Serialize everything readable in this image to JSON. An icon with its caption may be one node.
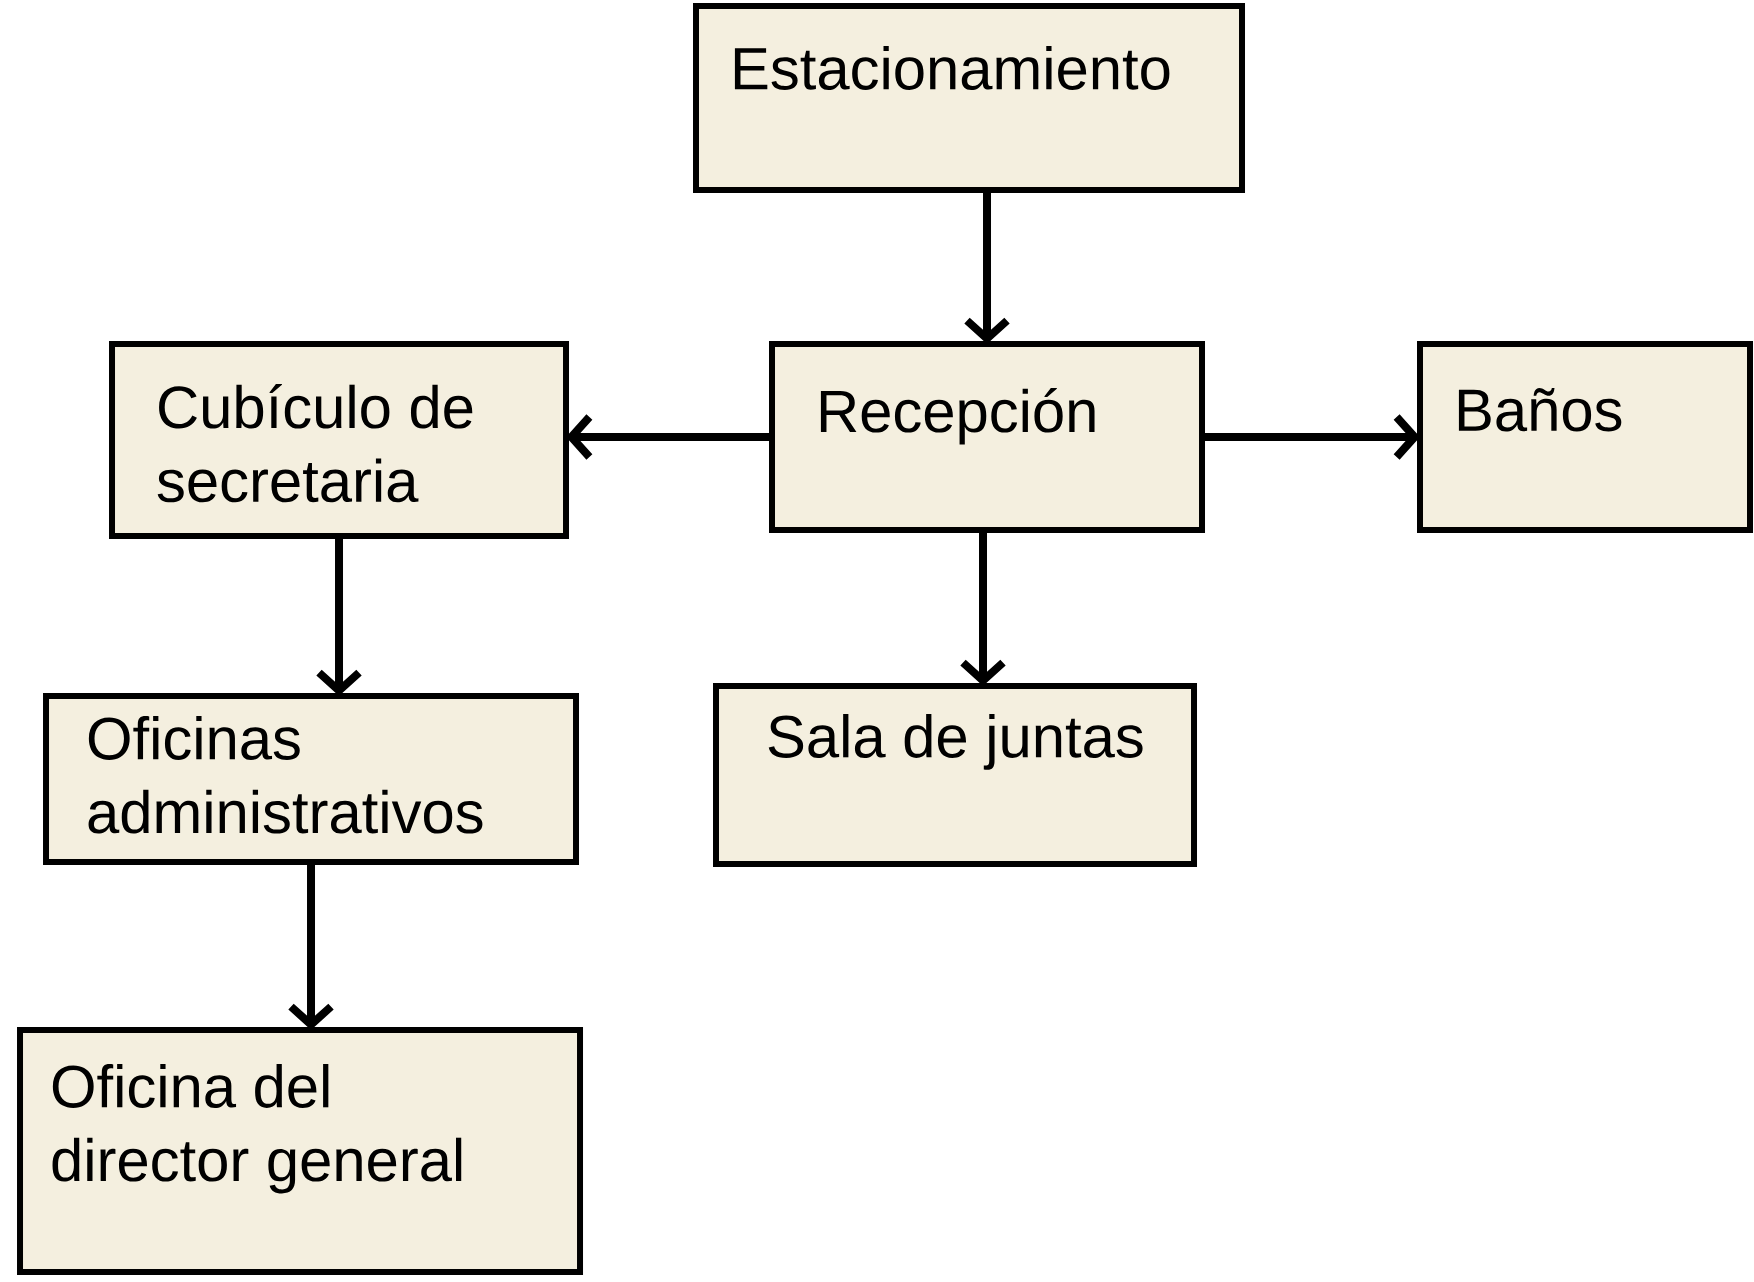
{
  "diagram": {
    "nodes": [
      {
        "text": [
          "Estacionamiento"
        ]
      },
      {
        "text": [
          "Recepción"
        ]
      },
      {
        "text": [
          "Cubículo de secretaria"
        ]
      },
      {
        "text": [
          "Baños"
        ]
      },
      {
        "text": [
          "Oficinas administrativos"
        ]
      },
      {
        "text": [
          "Sala de juntas"
        ]
      },
      {
        "text": [
          "Oficina del director general"
        ]
      }
    ],
    "edges": [
      {
        "from": 0,
        "to": 1,
        "arrow": "to"
      },
      {
        "from": 1,
        "to": 2,
        "arrow": "to"
      },
      {
        "from": 1,
        "to": 3,
        "arrow": "to"
      },
      {
        "from": 1,
        "to": 5,
        "arrow": "to"
      },
      {
        "from": 2,
        "to": 4,
        "arrow": "to"
      },
      {
        "from": 4,
        "to": 6,
        "arrow": "to"
      }
    ]
  }
}
